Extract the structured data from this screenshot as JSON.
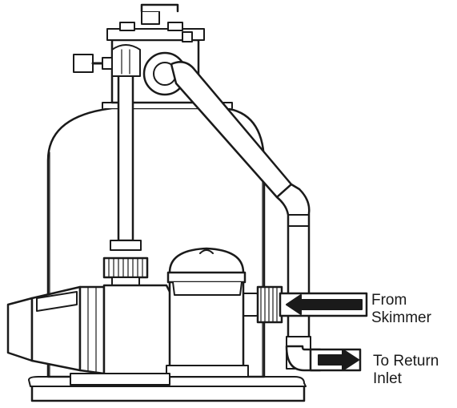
{
  "labels": {
    "from_skimmer": [
      "From",
      "Skimmer"
    ],
    "to_return_inlet": [
      "To Return",
      "Inlet"
    ]
  },
  "colors": {
    "line": "#1a1a1a",
    "fill": "#ffffff",
    "arrow": "#1a1a1a"
  }
}
